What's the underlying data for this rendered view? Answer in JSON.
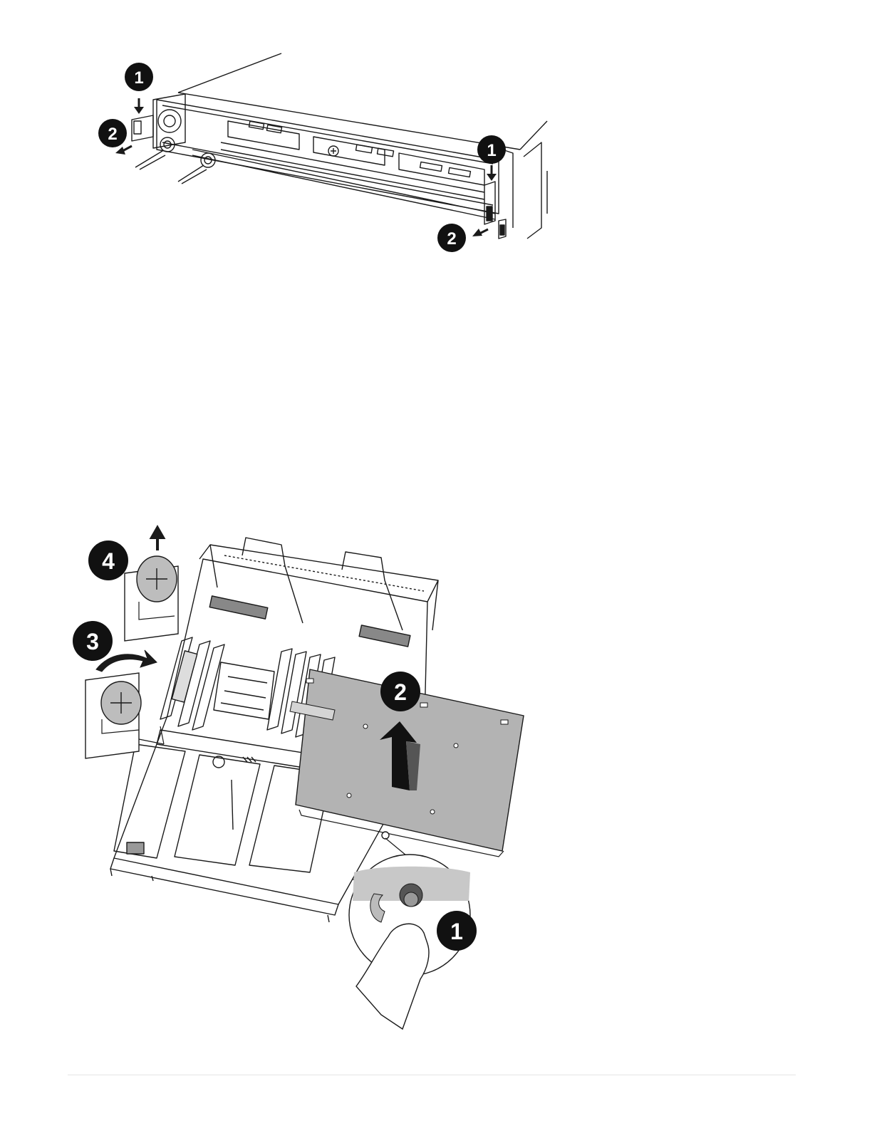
{
  "figures": [
    {
      "callouts": [
        {
          "label": "1"
        },
        {
          "label": "2"
        },
        {
          "label": "1"
        },
        {
          "label": "2"
        }
      ]
    },
    {
      "callouts": [
        {
          "label": "4"
        },
        {
          "label": "3"
        },
        {
          "label": "2"
        },
        {
          "label": "1"
        }
      ]
    }
  ]
}
